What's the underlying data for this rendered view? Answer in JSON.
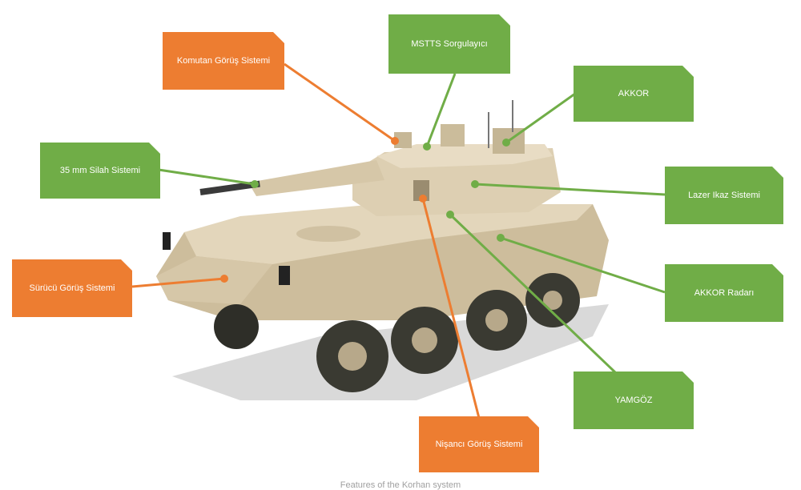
{
  "callouts": {
    "komutan": "Komutan Görüş Sistemi",
    "mstts": "MSTTS Sorgulayıcı",
    "akkor": "AKKOR",
    "silah": "35 mm Silah Sistemi",
    "lazer": "Lazer Ikaz Sistemi",
    "surucu": "Sürücü Görüş Sistemi",
    "akkor_radar": "AKKOR Radarı",
    "yamgoz": "YAMGÖZ",
    "nisanci": "Nişancı Görüş Sistemi"
  },
  "caption": "Features of the Korhan system",
  "colors": {
    "green": "#70ad47",
    "orange": "#ed7d31",
    "vehicle": "#d8c8a8"
  }
}
